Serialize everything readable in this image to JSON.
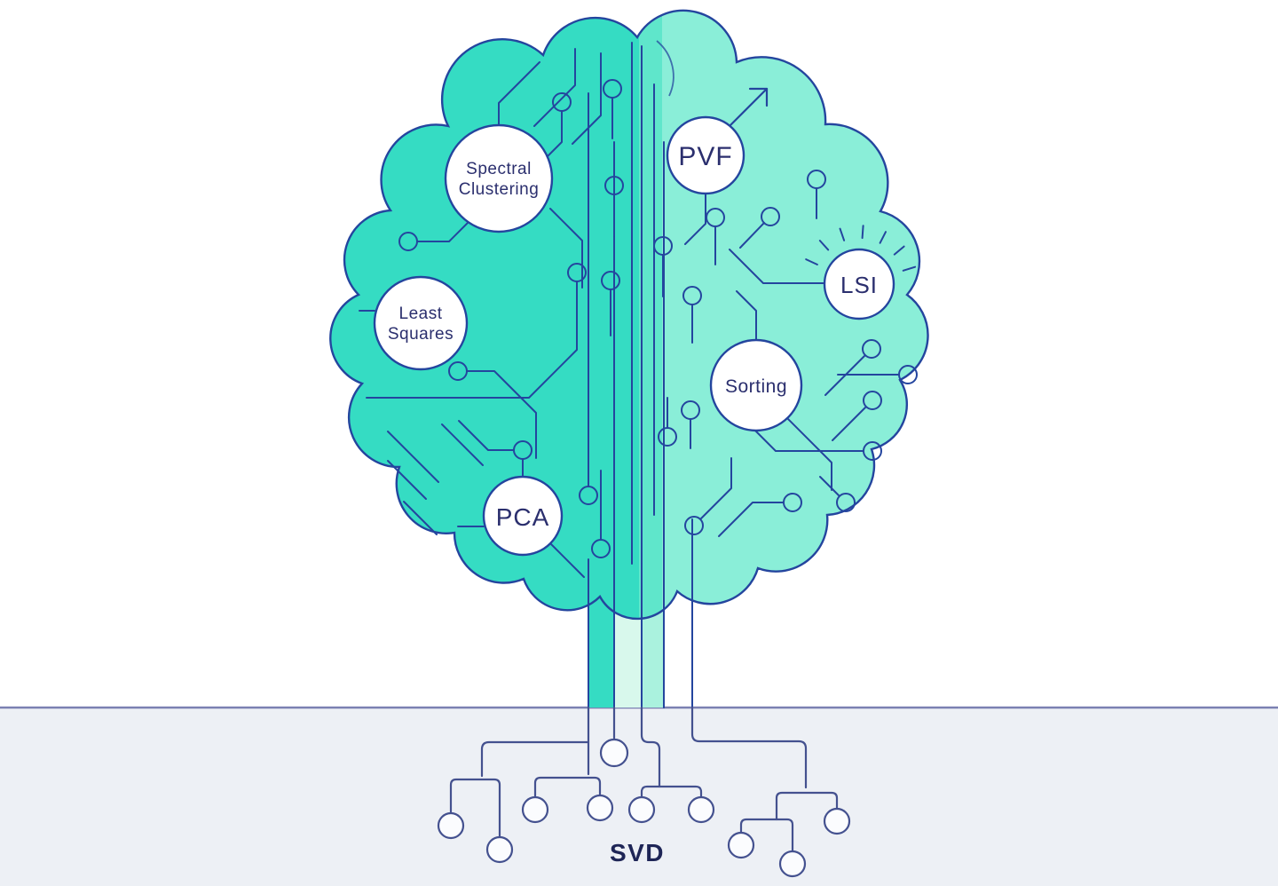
{
  "illustration": {
    "description": "Circuit-board brain tree of SVD applications",
    "labels": {
      "spectral": {
        "line1": "Spectral",
        "line2": "Clustering"
      },
      "pvf": {
        "text": "PVF"
      },
      "least": {
        "line1": "Least",
        "line2": "Squares"
      },
      "lsi": {
        "text": "LSI"
      },
      "sorting": {
        "text": "Sorting"
      },
      "pca": {
        "text": "PCA"
      },
      "svd": {
        "text": "SVD"
      }
    },
    "colors": {
      "brain_left": "#35dcc3",
      "brain_band": "#5fe6cb",
      "brain_right": "#8aeed8",
      "trunk_light": "#d8f8ec",
      "trunk_mid": "#aaf2de",
      "line_navy": "#24459e",
      "text_navy": "#2b2f6e",
      "ground_fill": "#edf0f5",
      "ground_line": "#7b80b2",
      "root_line": "#44518f"
    }
  }
}
